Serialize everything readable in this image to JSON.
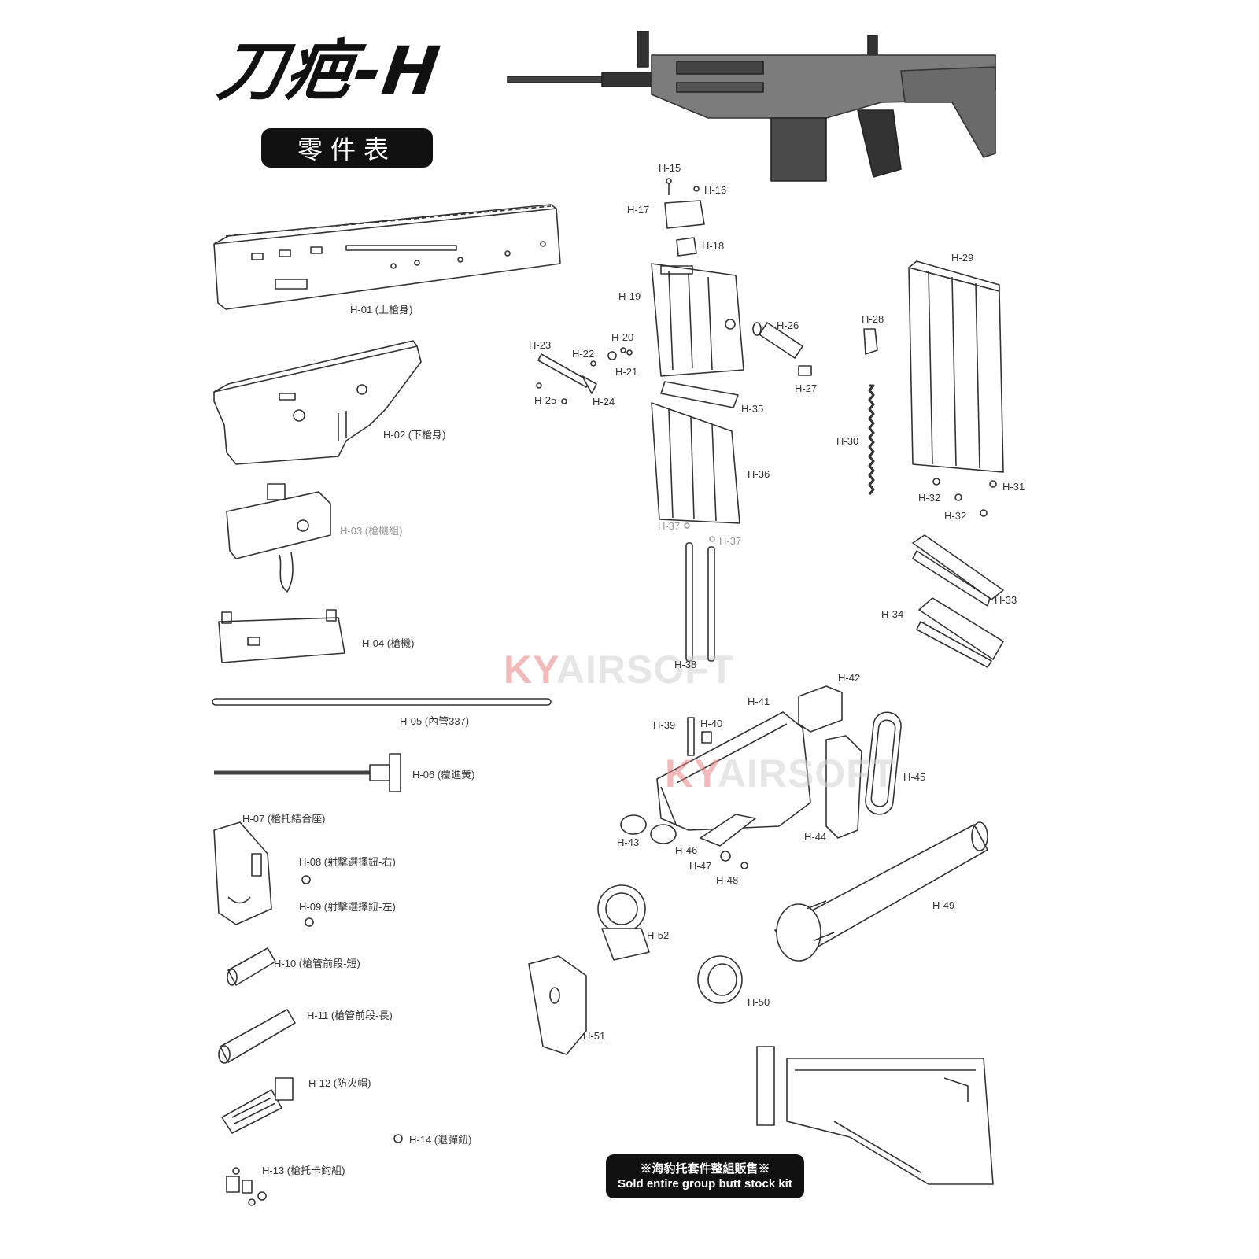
{
  "header": {
    "title": "刀疤-H",
    "subtitle": "零件表"
  },
  "parts": {
    "h01": "H-01 (上槍身)",
    "h02": "H-02 (下槍身)",
    "h03": "H-03 (槍機組)",
    "h04": "H-04 (槍機)",
    "h05": "H-05 (內管337)",
    "h06": "H-06 (覆進簧)",
    "h07": "H-07 (槍托結合座)",
    "h08": "H-08 (射擊選擇鈕-右)",
    "h09": "H-09 (射擊選擇鈕-左)",
    "h10": "H-10 (槍管前段-短)",
    "h11": "H-11 (槍管前段-長)",
    "h12": "H-12 (防火帽)",
    "h13": "H-13 (槍托卡鈎組)",
    "h14": "H-14 (退彈鈕)",
    "h15": "H-15",
    "h16": "H-16",
    "h17": "H-17",
    "h18": "H-18",
    "h19": "H-19",
    "h20": "H-20",
    "h21": "H-21",
    "h22": "H-22",
    "h23": "H-23",
    "h24": "H-24",
    "h25": "H-25",
    "h26": "H-26",
    "h27": "H-27",
    "h28": "H-28",
    "h29": "H-29",
    "h30": "H-30",
    "h31": "H-31",
    "h32a": "H-32",
    "h32b": "H-32",
    "h33": "H-33",
    "h34": "H-34",
    "h35": "H-35",
    "h36": "H-36",
    "h37a": "H-37",
    "h37b": "H-37",
    "h38": "H-38",
    "h39": "H-39",
    "h40": "H-40",
    "h41": "H-41",
    "h42": "H-42",
    "h43": "H-43",
    "h44": "H-44",
    "h45": "H-45",
    "h46": "H-46",
    "h47": "H-47",
    "h48": "H-48",
    "h49": "H-49",
    "h50": "H-50",
    "h51": "H-51",
    "h52": "H-52"
  },
  "kit_note": {
    "line1": "※海豹托套件整組販售※",
    "line2": "Sold entire group butt stock kit"
  },
  "watermark": {
    "brand_prefix": "KY",
    "brand_suffix": "AIRSOFT"
  }
}
